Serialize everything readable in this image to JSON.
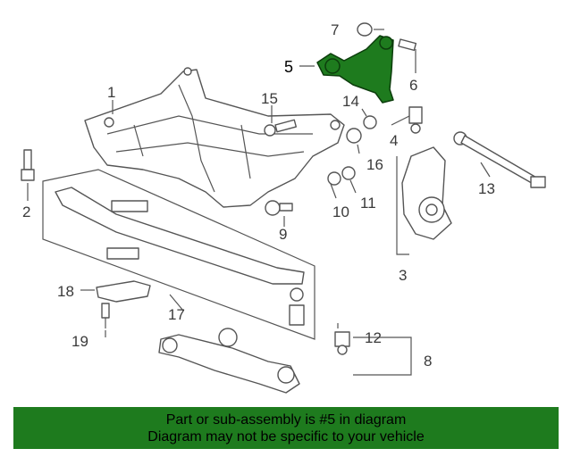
{
  "diagram": {
    "labels": {
      "l1": "1",
      "l2": "2",
      "l3": "3",
      "l4": "4",
      "l5": "5",
      "l6": "6",
      "l7": "7",
      "l8": "8",
      "l9": "9",
      "l10": "10",
      "l11": "11",
      "l12": "12",
      "l13": "13",
      "l14": "14",
      "l15": "15",
      "l16": "16",
      "l17": "17",
      "l18": "18",
      "l19": "19"
    },
    "highlight_part": "5",
    "highlight_color": "#1e7b1e"
  },
  "banner": {
    "line1": "Part or sub-assembly is #5 in diagram",
    "line2": "Diagram may not be specific to your vehicle",
    "background": "#1e7b1e"
  }
}
